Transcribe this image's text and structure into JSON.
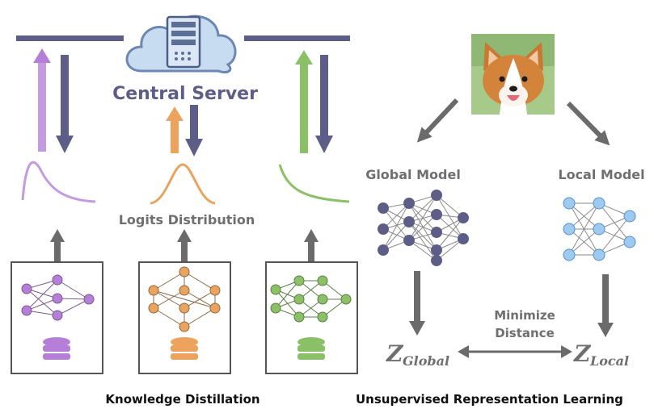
{
  "server": {
    "label": "Central Server",
    "icon": "cloud-server-icon"
  },
  "knowledge_distillation": {
    "logits_label": "Logits Distribution",
    "caption": "Knowledge Distillation",
    "clients": [
      {
        "color": "#b57fd8",
        "distribution": "skewed-left"
      },
      {
        "color": "#eba35e",
        "distribution": "bell"
      },
      {
        "color": "#8ac166",
        "distribution": "decay"
      }
    ]
  },
  "representation_learning": {
    "global_model_label": "Global Model",
    "local_model_label": "Local Model",
    "minimize_label_line1": "Minimize",
    "minimize_label_line2": "Distance",
    "z_global_base": "Z",
    "z_global_sub": "Global",
    "z_local_base": "Z",
    "z_local_sub": "Local",
    "caption": "Unsupervised Representation Learning",
    "input_image": "corgi-dog-photo"
  },
  "colors": {
    "server_bar": "#5c5e88",
    "arrow_down": "#5c5e88",
    "arrow_gray": "#6b6b6b",
    "cloud_fill": "#c7dcf0",
    "global_node": "#5c5e88",
    "local_node": "#9ccaf3",
    "text_gray": "#6f6f6f",
    "server_text": "#5c5e88"
  }
}
